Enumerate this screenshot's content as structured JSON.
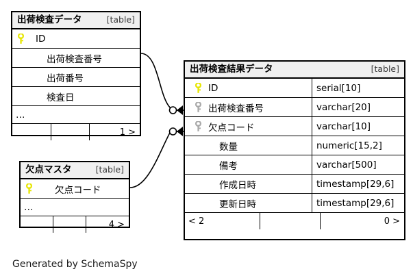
{
  "diagram": {
    "caption": "Generated by SchemaSpy",
    "table_tag": "[table]",
    "ellipsis": "…",
    "colors": {
      "primary_key_icon": "#e6e600",
      "foreign_key_icon": "#a9a9a9",
      "header_background": "#f0f0f0",
      "border": "#000000",
      "background": "#ffffff",
      "tag_text": "#3a3a3a"
    }
  },
  "tables": [
    {
      "id": "shipping-inspection-data",
      "title": "出荷検査データ",
      "tag": "[table]",
      "columns": [
        {
          "key": "primary",
          "name": "ID",
          "type": ""
        },
        {
          "key": "none",
          "name": "出荷検査番号",
          "type": ""
        },
        {
          "key": "none",
          "name": "出荷番号",
          "type": ""
        },
        {
          "key": "none",
          "name": "検査日",
          "type": ""
        }
      ],
      "ellipsis": "…",
      "footer": {
        "left": "",
        "middle": "",
        "right": "1 >"
      }
    },
    {
      "id": "shipping-inspection-result-data",
      "title": "出荷検査結果データ",
      "tag": "[table]",
      "columns": [
        {
          "key": "primary",
          "name": "ID",
          "type": "serial[10]"
        },
        {
          "key": "foreign",
          "name": "出荷検査番号",
          "type": "varchar[20]"
        },
        {
          "key": "foreign",
          "name": "欠点コード",
          "type": "varchar[10]"
        },
        {
          "key": "none",
          "name": "数量",
          "type": "numeric[15,2]"
        },
        {
          "key": "none",
          "name": "備考",
          "type": "varchar[500]"
        },
        {
          "key": "none",
          "name": "作成日時",
          "type": "timestamp[29,6]"
        },
        {
          "key": "none",
          "name": "更新日時",
          "type": "timestamp[29,6]"
        }
      ],
      "ellipsis": "",
      "footer": {
        "left": "< 2",
        "middle": "",
        "right": "0 >"
      }
    },
    {
      "id": "defect-master",
      "title": "欠点マスタ",
      "tag": "[table]",
      "columns": [
        {
          "key": "primary",
          "name": "欠点コード",
          "type": ""
        }
      ],
      "ellipsis": "…",
      "footer": {
        "left": "",
        "middle": "",
        "right": "4 >"
      }
    }
  ],
  "relationships": [
    {
      "id": "rel-shipping-inspection-number",
      "from_table": "出荷検査データ",
      "from_column": "出荷検査番号",
      "to_table": "出荷検査結果データ",
      "to_column": "出荷検査番号",
      "from_cardinality": "one",
      "to_cardinality": "zero-or-many"
    },
    {
      "id": "rel-defect-code",
      "from_table": "欠点マスタ",
      "from_column": "欠点コード",
      "to_table": "出荷検査結果データ",
      "to_column": "欠点コード",
      "from_cardinality": "one",
      "to_cardinality": "zero-or-many"
    }
  ]
}
